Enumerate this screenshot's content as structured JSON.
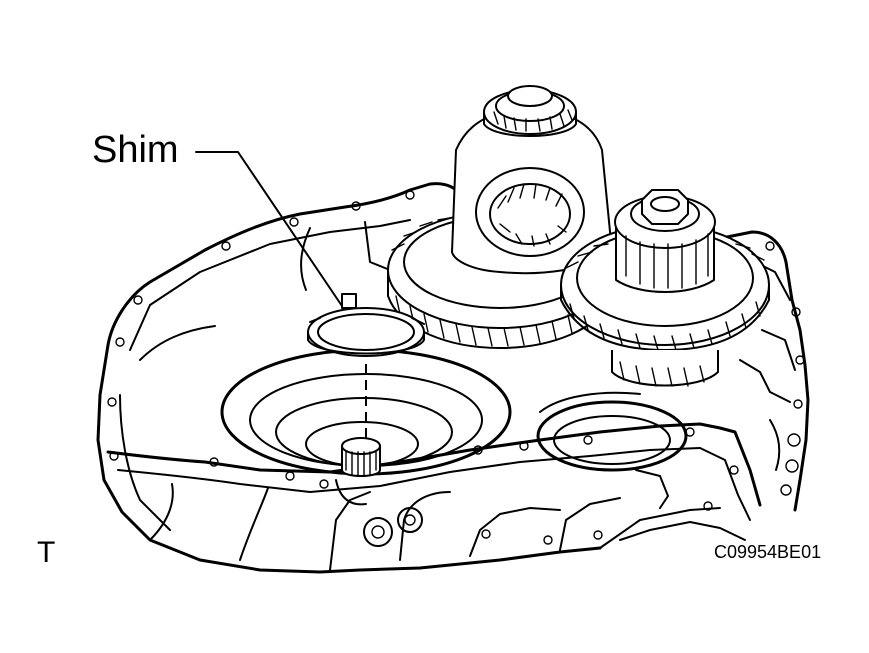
{
  "labels": {
    "part": "Shim",
    "view": "T",
    "code": "C09954BE01"
  },
  "colors": {
    "line": "#000000",
    "background": "#ffffff"
  }
}
